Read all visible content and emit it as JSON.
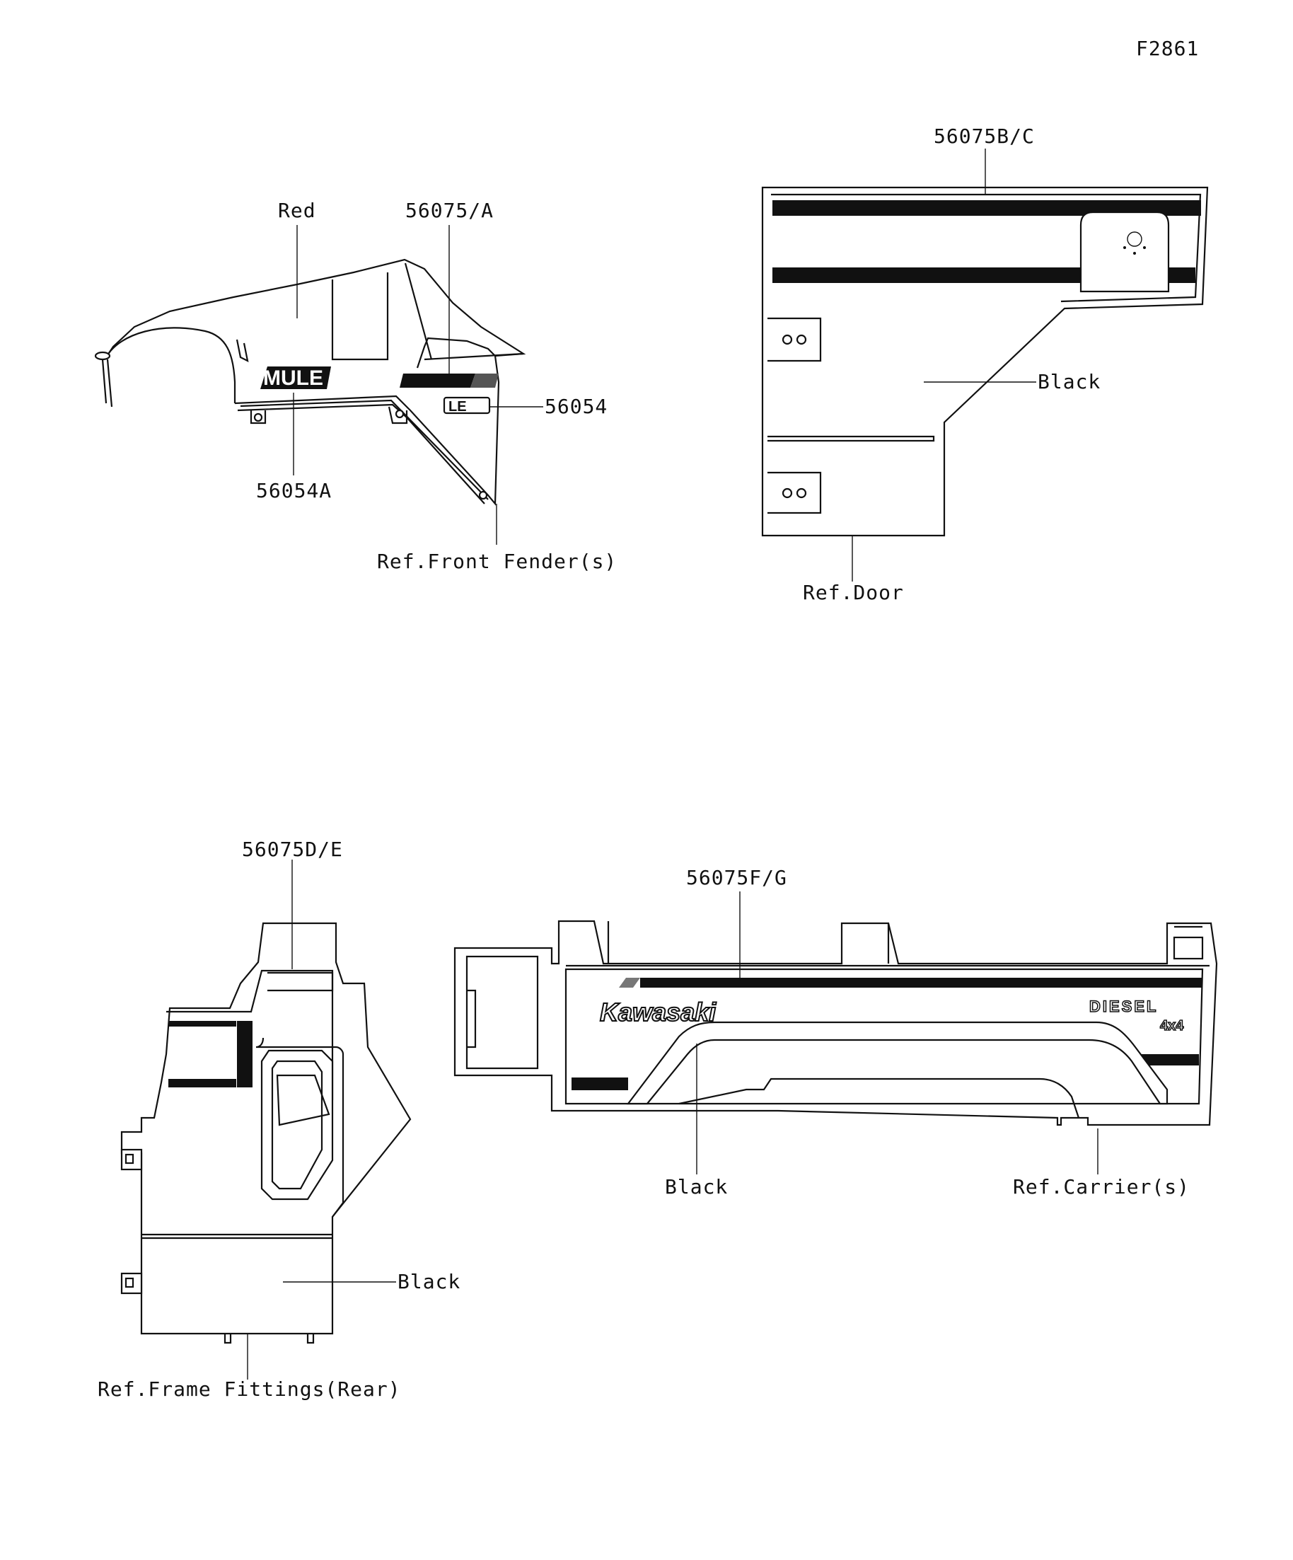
{
  "figure_code": "F2861",
  "callouts": {
    "fender_color": "Red",
    "part_56075_a": "56075/A",
    "part_56054": "56054",
    "part_56054a": "56054A",
    "ref_front_fender": "Ref.Front Fender(s)",
    "part_56075_bc": "56075B/C",
    "door_color": "Black",
    "ref_door": "Ref.Door",
    "part_56075_de": "56075D/E",
    "frame_color": "Black",
    "ref_frame_fittings": "Ref.Frame Fittings(Rear)",
    "part_56075_fg": "56075F/G",
    "carrier_color": "Black",
    "ref_carrier": "Ref.Carrier(s)"
  },
  "decal_text": {
    "mule_logo": "MULE",
    "le_badge": "LE",
    "kawasaki_logo": "Kawasaki",
    "diesel_text": "DIESEL",
    "four_by_four": "4x4"
  }
}
